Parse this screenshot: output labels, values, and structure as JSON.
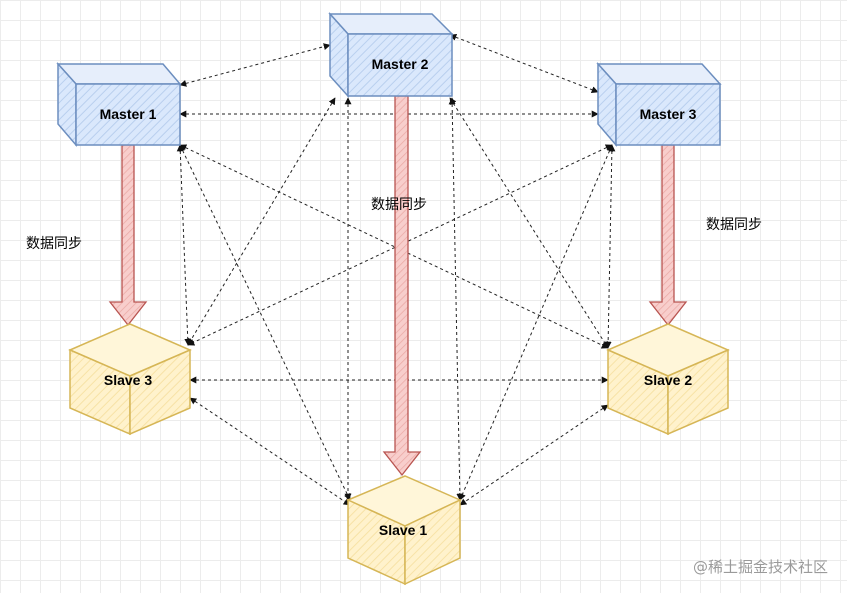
{
  "nodes": {
    "master1": {
      "label": "Master 1"
    },
    "master2": {
      "label": "Master 2"
    },
    "master3": {
      "label": "Master 3"
    },
    "slave1": {
      "label": "Slave 1"
    },
    "slave2": {
      "label": "Slave 2"
    },
    "slave3": {
      "label": "Slave 3"
    }
  },
  "sync_labels": {
    "left": "数据同步",
    "center": "数据同步",
    "right": "数据同步"
  },
  "watermark": "@稀土掘金技术社区",
  "colors": {
    "master_fill": "#dae8fc",
    "master_stroke": "#6c8ebf",
    "slave_fill": "#fff2cc",
    "slave_stroke": "#d6b656",
    "sync_arrow_fill": "#f8cecc",
    "sync_arrow_stroke": "#b85450"
  }
}
